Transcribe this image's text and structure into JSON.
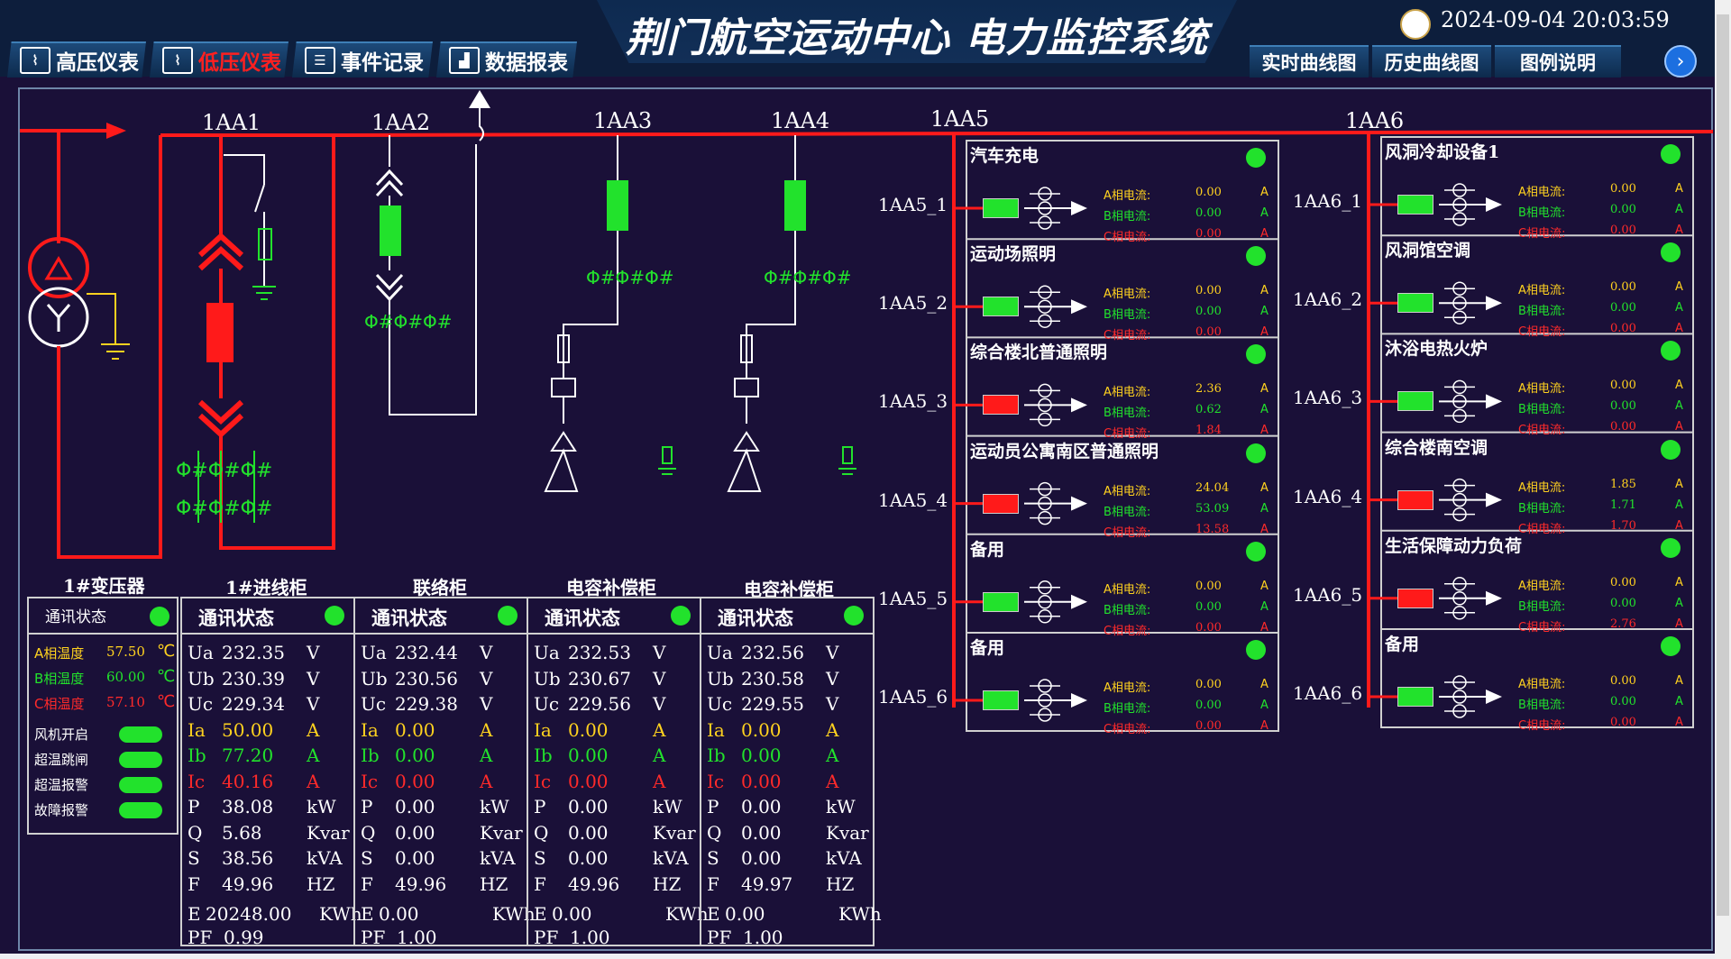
{
  "header": {
    "title": "荆门航空运动中心  电力监控系统",
    "datetime": "2024-09-04  20:03:59",
    "nav_left": [
      {
        "label": "高压仪表",
        "icon": "monitor-chart-icon",
        "active": false
      },
      {
        "label": "低压仪表",
        "icon": "monitor-chart-icon",
        "active": true
      },
      {
        "label": "事件记录",
        "icon": "list-icon",
        "active": false
      },
      {
        "label": "数据报表",
        "icon": "bar-chart-icon",
        "active": false
      }
    ],
    "nav_right": [
      "实时曲线图",
      "历史曲线图",
      "图例说明"
    ]
  },
  "buses": [
    "1AA1",
    "1AA2",
    "1AA3",
    "1AA4",
    "1AA5",
    "1AA6"
  ],
  "cabinet_titles": [
    "1#变压器",
    "1#进线柜",
    "联络柜",
    "电容补偿柜",
    "电容补偿柜"
  ],
  "capacitor_labels": [
    "Φ#Φ#Φ#",
    "Φ#Φ#Φ#"
  ],
  "transformer_panel": {
    "comm_label": "通讯状态",
    "temps": [
      {
        "label": "A相温度",
        "value": "57.50",
        "unit": "℃"
      },
      {
        "label": "B相温度",
        "value": "60.00",
        "unit": "℃"
      },
      {
        "label": "C相温度",
        "value": "57.10",
        "unit": "℃"
      }
    ],
    "signals": [
      "风机开启",
      "超温跳闸",
      "超温报警",
      "故障报警"
    ]
  },
  "meter_panels": [
    {
      "comm_label": "通讯状态",
      "Ua": "232.35",
      "Ub": "230.39",
      "Uc": "229.34",
      "Ia": "50.00",
      "Ib": "77.20",
      "Ic": "40.16",
      "P": "38.08",
      "Q": "5.68",
      "S": "38.56",
      "F": "49.96",
      "E": "20248.00",
      "PF": "0.99"
    },
    {
      "comm_label": "通讯状态",
      "Ua": "232.44",
      "Ub": "230.56",
      "Uc": "229.38",
      "Ia": "0.00",
      "Ib": "0.00",
      "Ic": "0.00",
      "P": "0.00",
      "Q": "0.00",
      "S": "0.00",
      "F": "49.96",
      "E": "0.00",
      "PF": "1.00"
    },
    {
      "comm_label": "通讯状态",
      "Ua": "232.53",
      "Ub": "230.67",
      "Uc": "229.56",
      "Ia": "0.00",
      "Ib": "0.00",
      "Ic": "0.00",
      "P": "0.00",
      "Q": "0.00",
      "S": "0.00",
      "F": "49.96",
      "E": "0.00",
      "PF": "1.00"
    },
    {
      "comm_label": "通讯状态",
      "Ua": "232.56",
      "Ub": "230.58",
      "Uc": "229.55",
      "Ia": "0.00",
      "Ib": "0.00",
      "Ic": "0.00",
      "P": "0.00",
      "Q": "0.00",
      "S": "0.00",
      "F": "49.97",
      "E": "0.00",
      "PF": "1.00"
    }
  ],
  "meter_units": {
    "U": "V",
    "I": "A",
    "P": "kW",
    "Q": "Kvar",
    "S": "kVA",
    "F": "HZ",
    "E": "KWh"
  },
  "phase_labels": [
    "A相电流:",
    "B相电流:",
    "C相电流:"
  ],
  "current_unit": "A",
  "circuits_5": [
    {
      "id": "1AA5_1",
      "name": "汽车充电",
      "status": "green",
      "a": "0.00",
      "b": "0.00",
      "c": "0.00"
    },
    {
      "id": "1AA5_2",
      "name": "运动场照明",
      "status": "green",
      "a": "0.00",
      "b": "0.00",
      "c": "0.00"
    },
    {
      "id": "1AA5_3",
      "name": "综合楼北普通照明",
      "status": "red",
      "a": "2.36",
      "b": "0.62",
      "c": "1.84"
    },
    {
      "id": "1AA5_4",
      "name": "运动员公寓南区普通照明",
      "status": "red",
      "a": "24.04",
      "b": "53.09",
      "c": "13.58"
    },
    {
      "id": "1AA5_5",
      "name": "备用",
      "status": "green",
      "a": "0.00",
      "b": "0.00",
      "c": "0.00"
    },
    {
      "id": "1AA5_6",
      "name": "备用",
      "status": "green",
      "a": "0.00",
      "b": "0.00",
      "c": "0.00"
    }
  ],
  "circuits_6": [
    {
      "id": "1AA6_1",
      "name": "风洞冷却设备1",
      "status": "green",
      "a": "0.00",
      "b": "0.00",
      "c": "0.00"
    },
    {
      "id": "1AA6_2",
      "name": "风洞馆空调",
      "status": "green",
      "a": "0.00",
      "b": "0.00",
      "c": "0.00"
    },
    {
      "id": "1AA6_3",
      "name": "沐浴电热火炉",
      "status": "green",
      "a": "0.00",
      "b": "0.00",
      "c": "0.00"
    },
    {
      "id": "1AA6_4",
      "name": "综合楼南空调",
      "status": "red",
      "a": "1.85",
      "b": "1.71",
      "c": "1.70"
    },
    {
      "id": "1AA6_5",
      "name": "生活保障动力负荷",
      "status": "red",
      "a": "0.00",
      "b": "0.00",
      "c": "2.76"
    },
    {
      "id": "1AA6_6",
      "name": "备用",
      "status": "green",
      "a": "0.00",
      "b": "0.00",
      "c": "0.00"
    }
  ],
  "colors": {
    "background": "#1a1038",
    "bus_red": "#ff1a1a",
    "on_green": "#22e22c",
    "phase_a": "#ffd21f",
    "phase_b": "#22e22c",
    "phase_c": "#ff2a2a"
  }
}
